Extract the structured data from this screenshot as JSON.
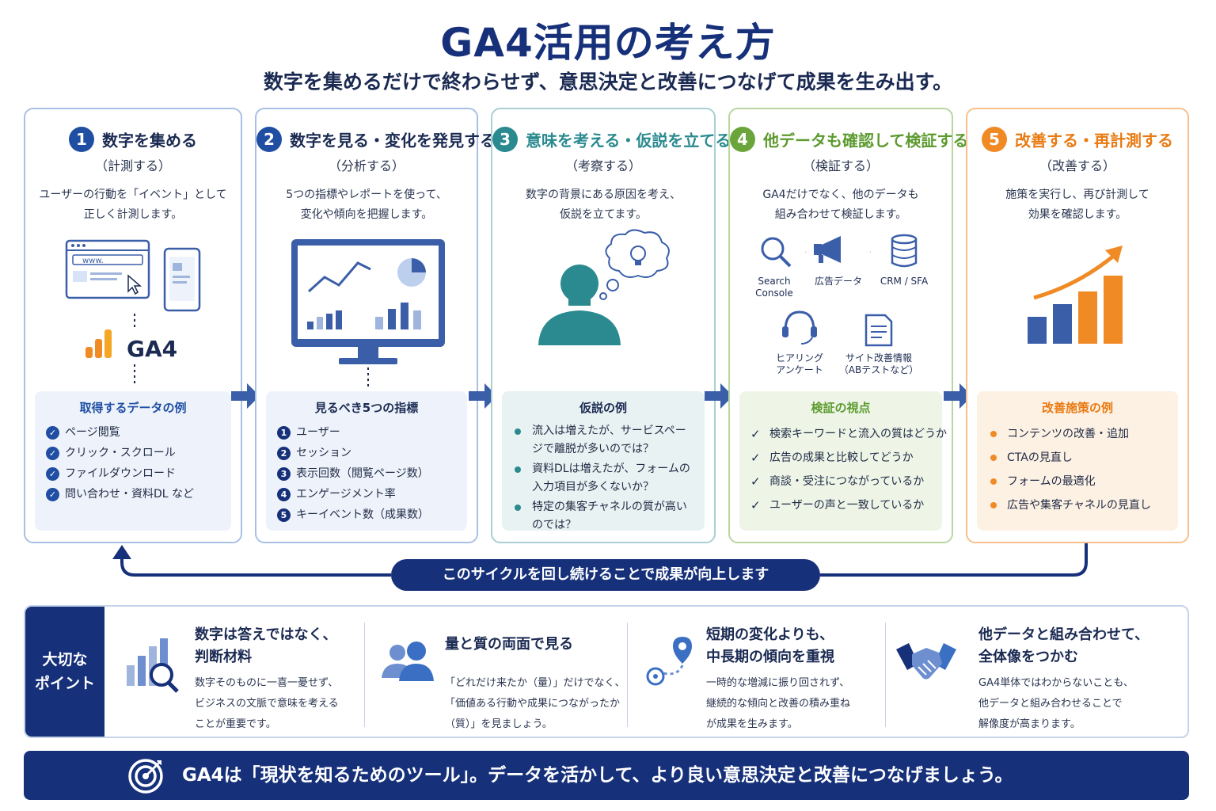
{
  "header": {
    "title": "GA4活用の考え方",
    "subtitle": "数字を集めるだけで終わらせず、意思決定と改善につなげて成果を生み出す。"
  },
  "colors": {
    "navy": "#16307a",
    "step1": "#1f4ea3",
    "step2": "#1f4ea3",
    "step3": "#2a8a8f",
    "step4": "#6aa53b",
    "step5": "#f08a24"
  },
  "steps": [
    {
      "num": "1",
      "title": "数字を集める",
      "sub": "（計測する）",
      "desc1": "ユーザーの行動を「イベント」として",
      "desc2": "正しく計測します。",
      "url_text": "www.",
      "logo_text": "GA4",
      "box_title": "取得するデータの例",
      "items": [
        "ページ閲覧",
        "クリック・スクロール",
        "ファイルダウンロード",
        "問い合わせ・資料DL など"
      ]
    },
    {
      "num": "2",
      "title": "数字を見る・変化を発見する",
      "sub": "（分析する）",
      "desc1": "5つの指標やレポートを使って、",
      "desc2": "変化や傾向を把握します。",
      "box_title": "見るべき5つの指標",
      "items": [
        "ユーザー",
        "セッション",
        "表示回数（閲覧ページ数）",
        "エンゲージメント率",
        "キーイベント数（成果数）"
      ]
    },
    {
      "num": "3",
      "title": "意味を考える・仮説を立てる",
      "sub": "（考察する）",
      "desc1": "数字の背景にある原因を考え、",
      "desc2": "仮説を立てます。",
      "box_title": "仮説の例",
      "items": [
        "流入は増えたが、サービスページで離脱が多いのでは？",
        "資料DLは増えたが、フォームの入力項目が多くないか？",
        "特定の集客チャネルの質が高いのでは？"
      ]
    },
    {
      "num": "4",
      "title": "他データも確認して検証する",
      "sub": "（検証する）",
      "desc1": "GA4だけでなく、他のデータも",
      "desc2": "組み合わせて検証します。",
      "sources": [
        {
          "line1": "Search",
          "line2": "Console"
        },
        {
          "line1": "広告データ",
          "line2": ""
        },
        {
          "line1": "CRM / SFA",
          "line2": ""
        },
        {
          "line1": "ヒアリング",
          "line2": "アンケート"
        },
        {
          "line1": "サイト改善情報",
          "line2": "（ABテストなど）"
        }
      ],
      "box_title": "検証の視点",
      "items": [
        "検索キーワードと流入の質はどうか",
        "広告の成果と比較してどうか",
        "商談・受注につながっているか",
        "ユーザーの声と一致しているか"
      ]
    },
    {
      "num": "5",
      "title": "改善する・再計測する",
      "sub": "（改善する）",
      "desc1": "施策を実行し、再び計測して",
      "desc2": "効果を確認します。",
      "box_title": "改善施策の例",
      "items": [
        "コンテンツの改善・追加",
        "CTAの見直し",
        "フォームの最適化",
        "広告や集客チャネルの見直し"
      ]
    }
  ],
  "cycle_text": "このサイクルを回し続けることで成果が向上します",
  "points": {
    "label1": "大切な",
    "label2": "ポイント",
    "items": [
      {
        "title1": "数字は答えではなく、",
        "title2": "判断材料",
        "t1": "数字そのものに一喜一憂せず、",
        "t2": "ビジネスの文脈で意味を考える",
        "t3": "ことが重要です。"
      },
      {
        "title1": "量と質の両面で見る",
        "title2": "",
        "t1": "「どれだけ来たか（量）」だけでなく、",
        "t2": "「価値ある行動や成果につながったか",
        "t3": "（質）」を見ましょう。"
      },
      {
        "title1": "短期の変化よりも、",
        "title2": "中長期の傾向を重視",
        "t1": "一時的な増減に振り回されず、",
        "t2": "継続的な傾向と改善の積み重ね",
        "t3": "が成果を生みます。"
      },
      {
        "title1": "他データと組み合わせて、",
        "title2": "全体像をつかむ",
        "t1": "GA4単体ではわからないことも、",
        "t2": "他データと組み合わせることで",
        "t3": "解像度が高まります。"
      }
    ]
  },
  "footer_text": "GA4は「現状を知るためのツール」。データを活かして、より良い意思決定と改善につなげましょう。"
}
